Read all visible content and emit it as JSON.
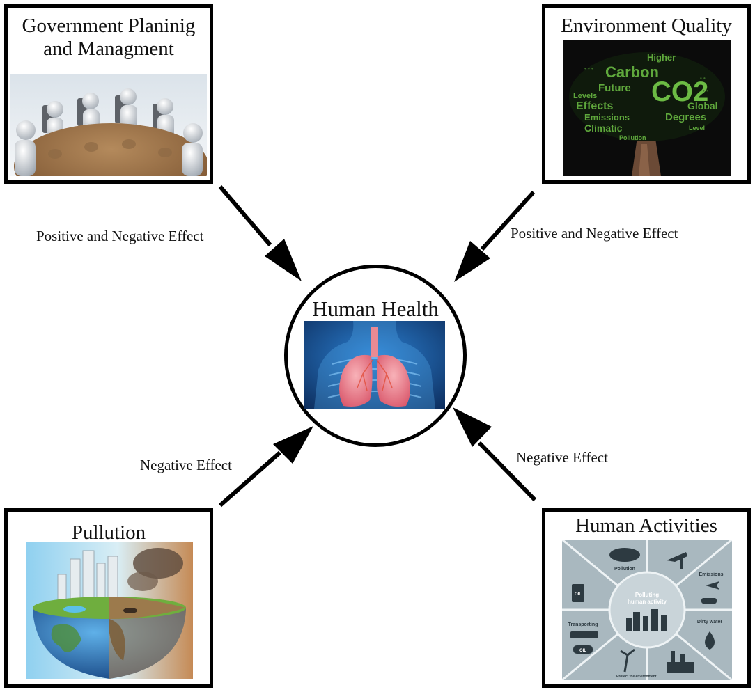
{
  "center": {
    "title": "Human Health"
  },
  "nodes": {
    "government": {
      "title": "Government Planinig\nand Managment"
    },
    "environment": {
      "title": "Environment Quality",
      "cloud_words": [
        "Higher",
        "Carbon",
        "CO2",
        "Future",
        "Levels",
        "Effects",
        "Global",
        "Emissions",
        "Degrees",
        "Climatic",
        "Pollution",
        "Level"
      ]
    },
    "pollution": {
      "title": "Pullution"
    },
    "activities": {
      "title": "Human Activities",
      "labels": {
        "pollution": "Pollution",
        "emissions": "Emissions",
        "oil": "OIL",
        "center": "Polluting\nhuman activity",
        "transporting": "Transporting",
        "oil_truck": "OIL",
        "dirty_water": "Dirty water",
        "protect": "Protect\nthe environment"
      }
    }
  },
  "edges": {
    "government_to_health": "Positive and Negative Effect",
    "environment_to_health": "Positive and Negative Effect",
    "pollution_to_health": "Negative Effect",
    "activities_to_health": "Negative Effect"
  },
  "colors": {
    "border": "#000000",
    "arrow": "#000000",
    "word_cloud_bg": "#0b0b0b",
    "word_cloud_green": "#5fa83c",
    "lungs": "#e87a86",
    "body_blue": "#1d5fa8",
    "infographic_bg": "#a9b8bf",
    "infographic_dark": "#2d3a41"
  }
}
